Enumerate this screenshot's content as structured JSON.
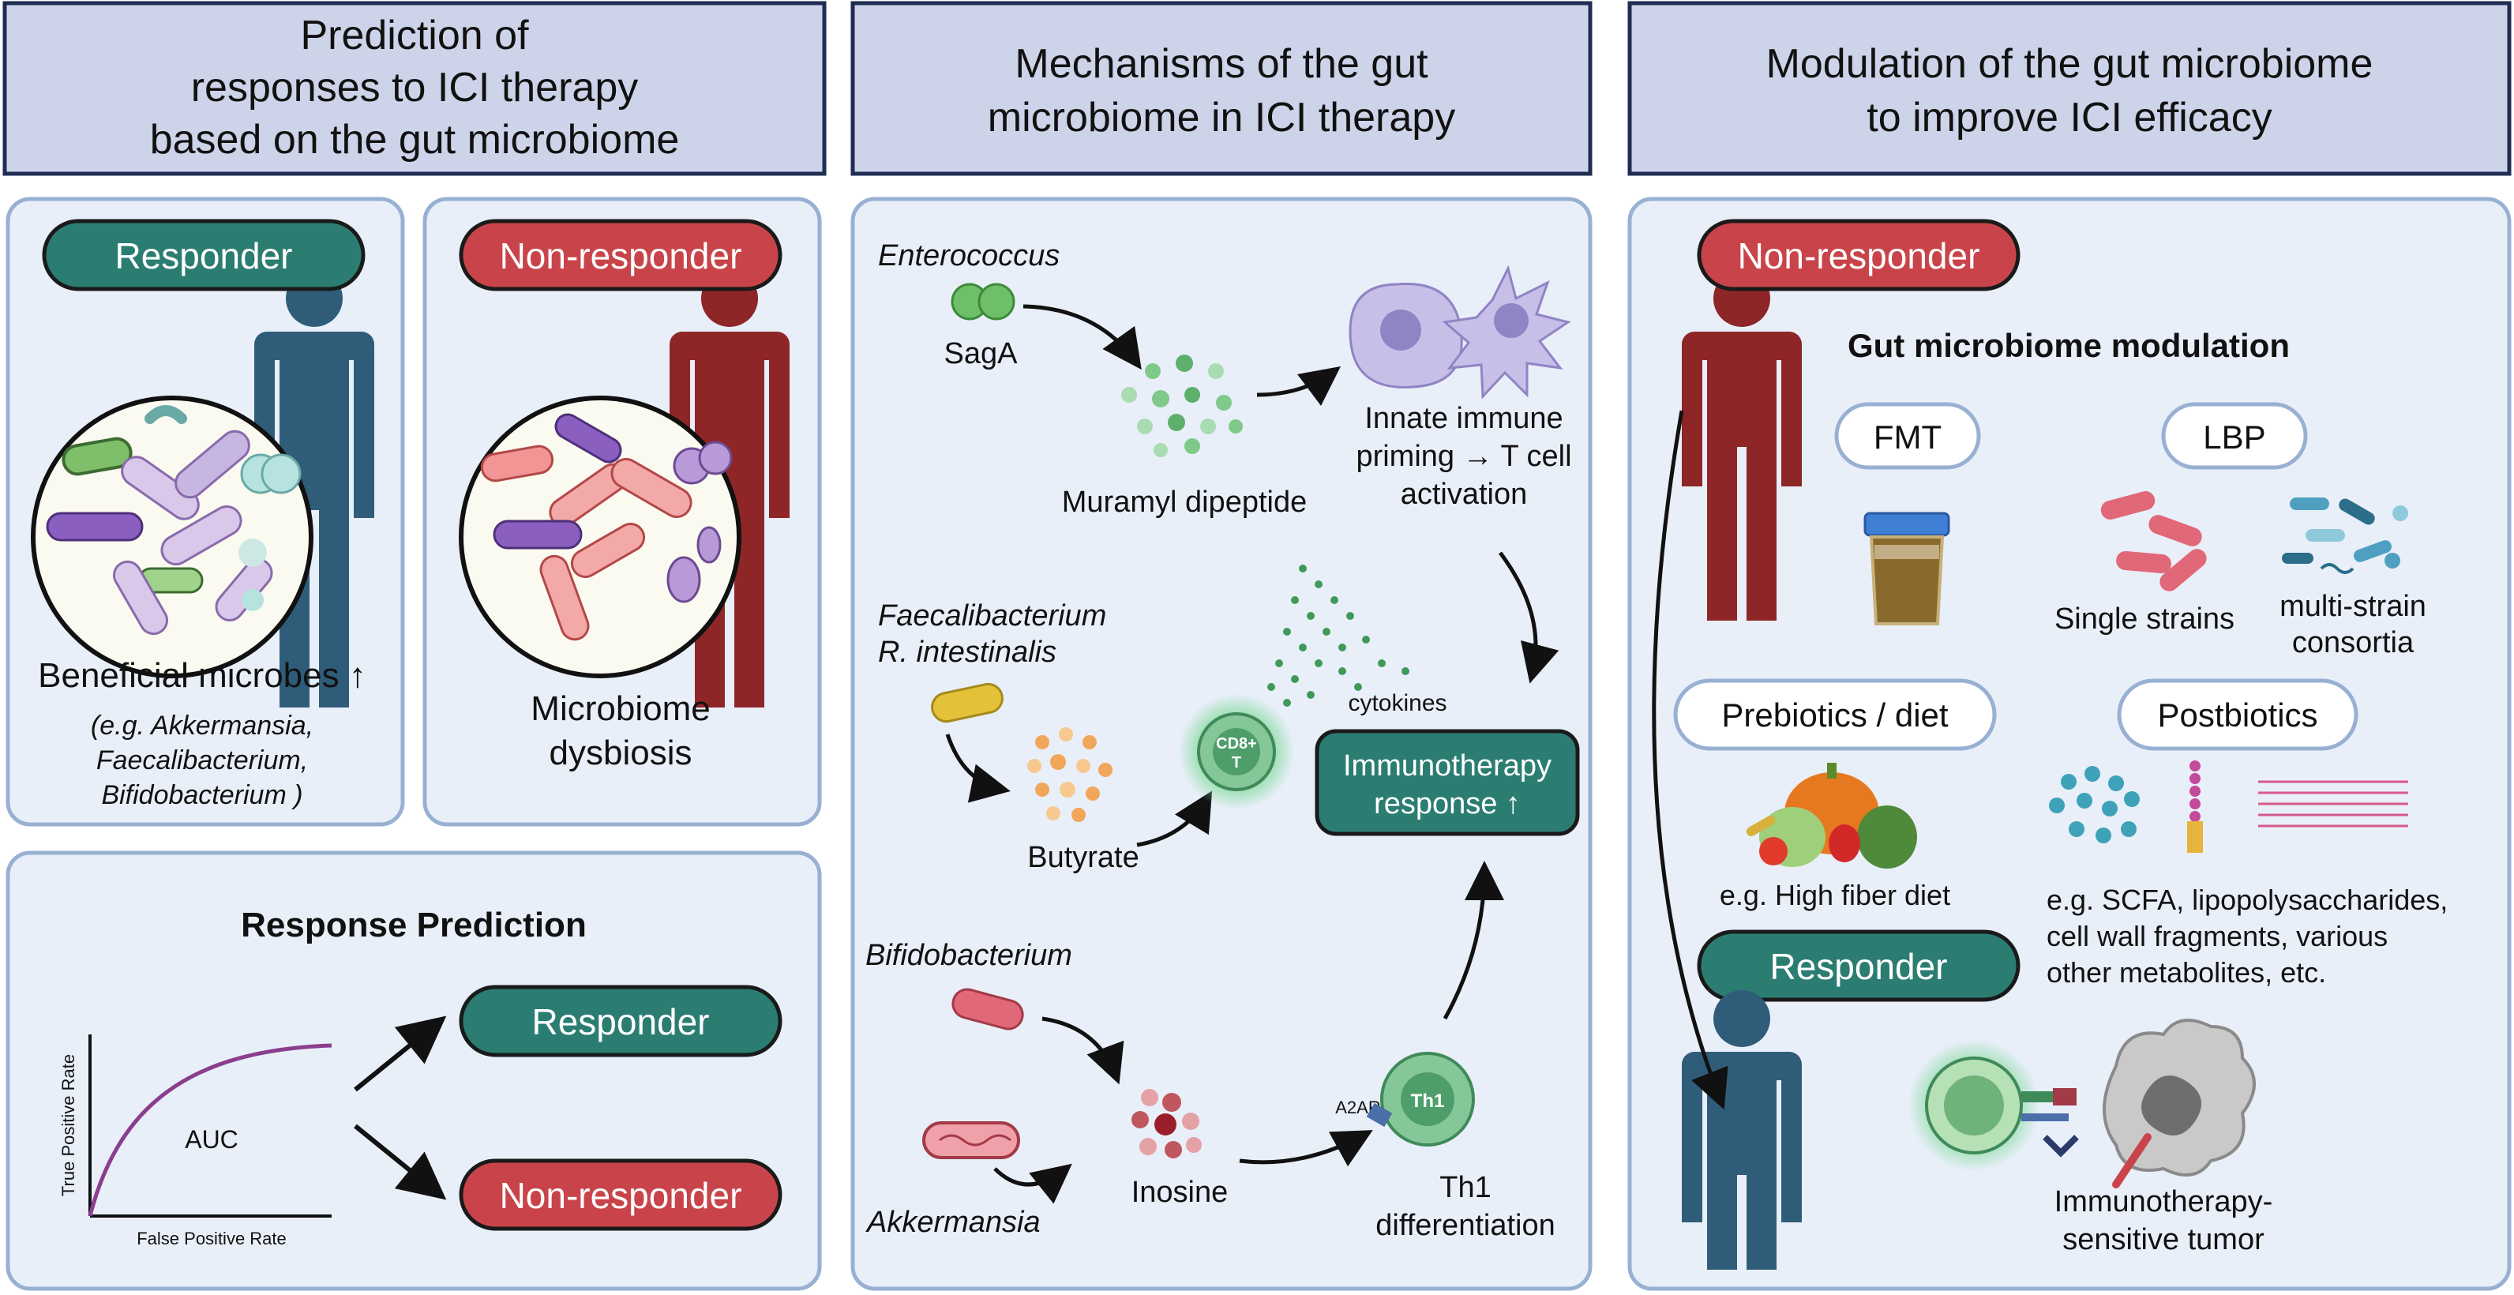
{
  "headers": {
    "col1": [
      "Prediction of",
      "responses to ICI therapy",
      "based on the gut microbiome"
    ],
    "col2": [
      "Mechanisms of the gut",
      "microbiome in ICI therapy"
    ],
    "col3": [
      "Modulation of the gut microbiome",
      "to improve ICI efficacy"
    ]
  },
  "col1": {
    "responder_label": "Responder",
    "nonresponder_label": "Non-responder",
    "beneficial": "Beneficial microbes ↑",
    "examples": [
      "(e.g. Akkermansia,",
      "Faecalibacterium,",
      "Bifidobacterium )"
    ],
    "dysbiosis": [
      "Microbiome",
      "dysbiosis"
    ],
    "prediction_title": "Response Prediction",
    "roc_ylabel": "True Positive Rate",
    "roc_xlabel": "False Positive Rate",
    "auc": "AUC",
    "outcome_responder": "Responder",
    "outcome_nonresponder": "Non-responder"
  },
  "col2": {
    "enterococcus": "Enterococcus",
    "saga": "SagA",
    "muramyl": "Muramyl dipeptide",
    "innate": [
      "Innate immune",
      "priming → T cell",
      "activation"
    ],
    "faecali": [
      "Faecalibacterium",
      "R. intestinalis"
    ],
    "butyrate": "Butyrate",
    "cd8": [
      "CD8+",
      "T"
    ],
    "cytokines": "cytokines",
    "immuno": [
      "Immunotherapy",
      "response ↑"
    ],
    "bifido": "Bifidobacterium",
    "akkermansia": "Akkermansia",
    "inosine": "Inosine",
    "a2ar": "A2AR",
    "th1": "Th1",
    "th1_diff": [
      "Th1",
      "differentiation"
    ]
  },
  "col3": {
    "nonresponder_label": "Non-responder",
    "modulation_title": "Gut microbiome modulation",
    "fmt": "FMT",
    "lbp": "LBP",
    "single": "Single strains",
    "multi": [
      "multi-strain",
      "consortia"
    ],
    "prebiotics": "Prebiotics / diet",
    "postbiotics": "Postbiotics",
    "fiber": "e.g. High fiber diet",
    "postbiotic_examples": [
      "e.g. SCFA, lipopolysaccharides,",
      "cell wall fragments, various",
      "other metabolites, etc."
    ],
    "responder_label": "Responder",
    "tumor": [
      "Immunotherapy-",
      "sensitive tumor"
    ]
  },
  "colors": {
    "header_bg": "#cdd3e8",
    "header_border": "#1f2d52",
    "panel_bg": "#e9eff9",
    "panel_border": "#98b0d2",
    "teal": "#2b7d72",
    "red": "#c9444a",
    "person_blue": "#2f5d79",
    "person_red": "#8e2527"
  }
}
